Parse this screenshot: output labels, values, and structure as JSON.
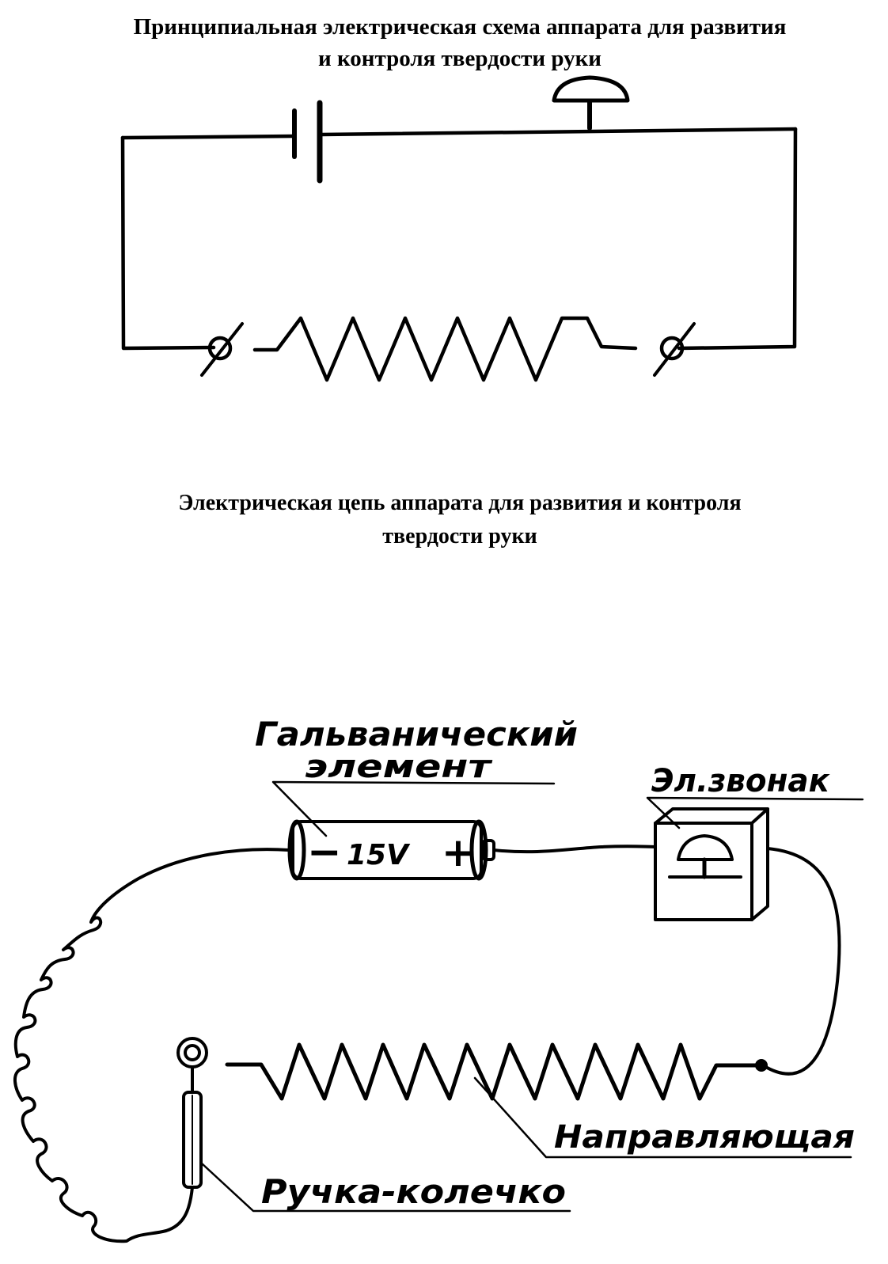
{
  "schematic": {
    "title_line1": "Принципиальная электрическая схема аппарата для развития",
    "title_line2": "и контроля твердости руки"
  },
  "circuit": {
    "title_line1": "Электрическая цепь аппарата  для развития и контроля",
    "title_line2": "твердости руки",
    "battery_label_line1": "Гальванический",
    "battery_label_line2": "элемент",
    "battery_minus": "−",
    "battery_voltage": "15V",
    "battery_plus": "+",
    "bell_label": "Эл.звонак",
    "guide_label": "Направляющая",
    "handle_label": "Ручка-колечко"
  },
  "colors": {
    "ink": "#000000",
    "paper": "#ffffff"
  }
}
